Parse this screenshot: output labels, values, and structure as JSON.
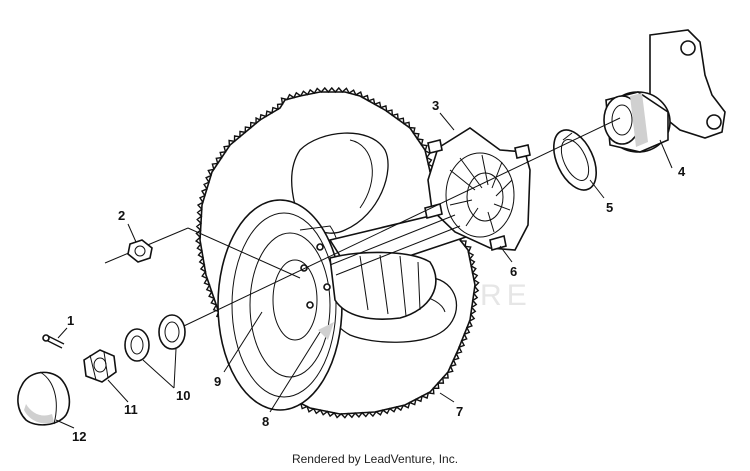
{
  "diagram": {
    "callouts": [
      "1",
      "2",
      "3",
      "4",
      "5",
      "6",
      "7",
      "8",
      "9",
      "10",
      "11",
      "12"
    ],
    "watermark": "LEADVENTURE",
    "credit": "Rendered by LeadVenture, Inc."
  }
}
